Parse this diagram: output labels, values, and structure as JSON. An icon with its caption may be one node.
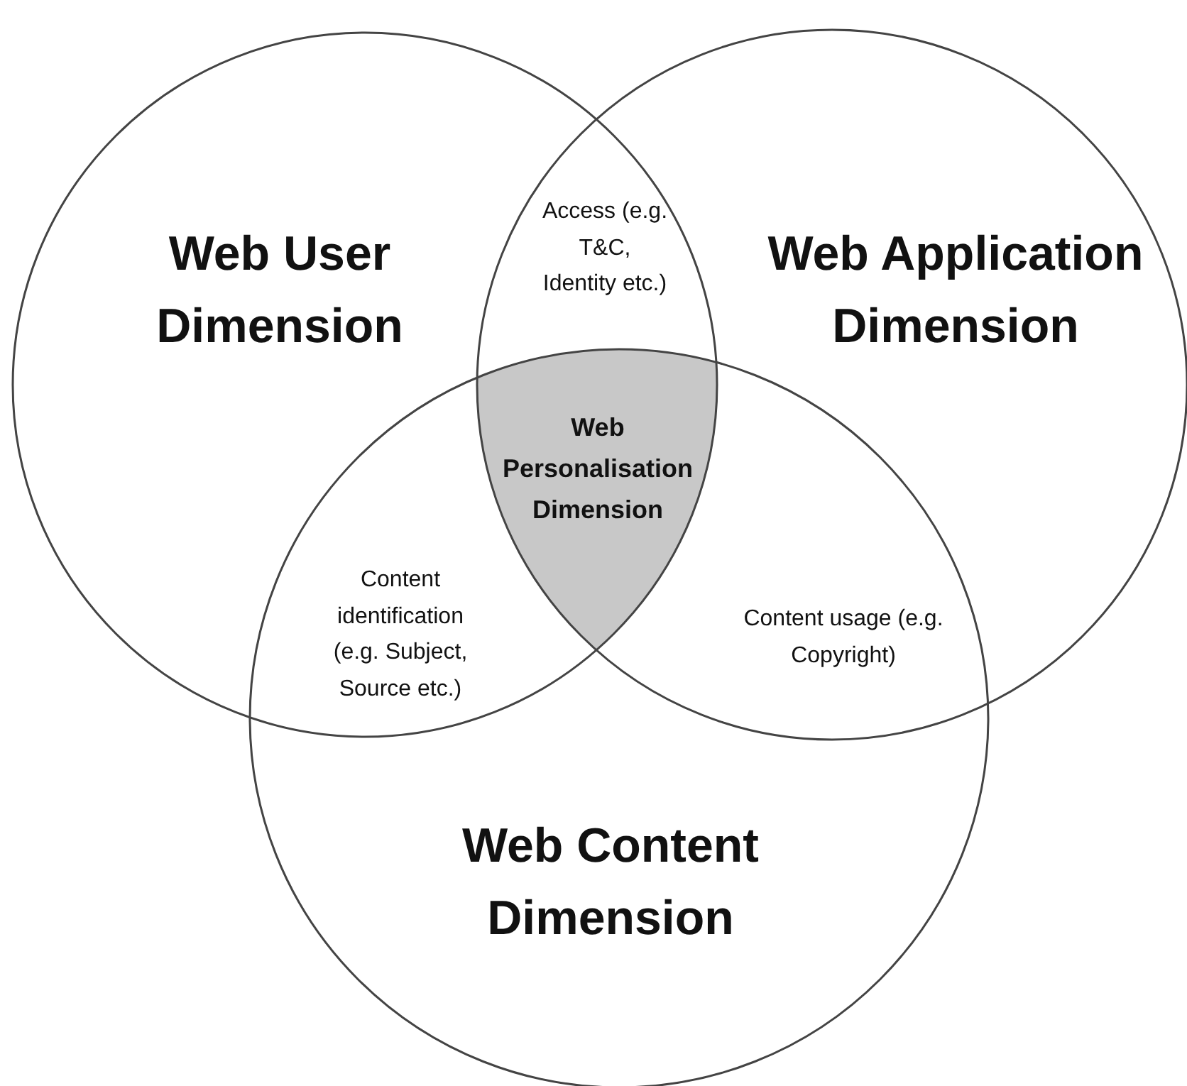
{
  "diagram": {
    "nodes": [
      {
        "text": [
          "Web User Dimension"
        ]
      },
      {
        "text": [
          "Web Application Dimension"
        ]
      },
      {
        "text": [
          "Web Content Dimension"
        ]
      },
      {
        "text": [
          "Access (e.g. T&C, Identity etc.)"
        ]
      },
      {
        "text": [
          "Web Personalisation Dimension"
        ]
      },
      {
        "text": [
          "Content identification (e.g. Subject, Source etc.)"
        ]
      },
      {
        "text": [
          "Content usage (e.g. Copyright)"
        ]
      }
    ]
  }
}
